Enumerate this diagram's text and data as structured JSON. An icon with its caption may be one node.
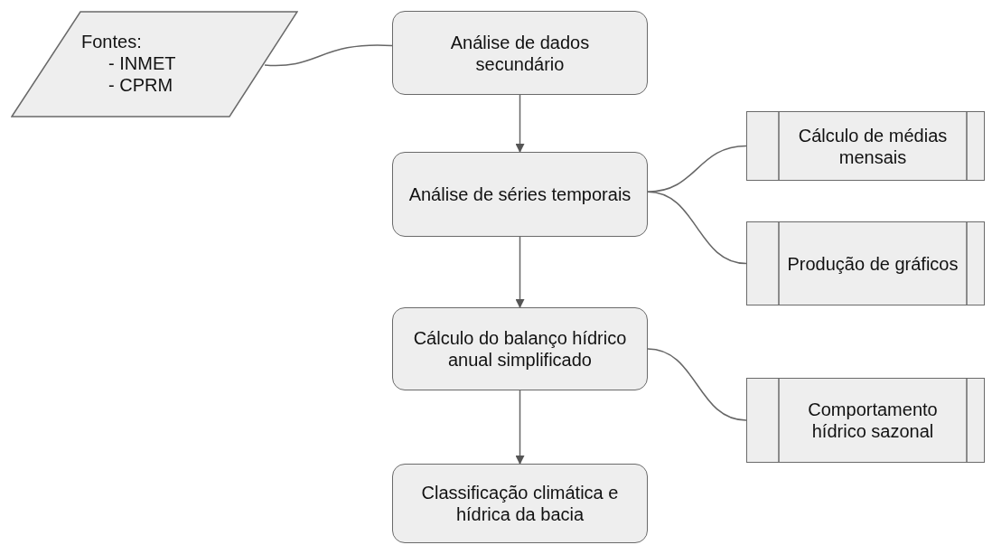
{
  "diagram": {
    "nodes": [
      {
        "text": [
          "Fontes:",
          "- INMET",
          "- CPRM"
        ]
      },
      {
        "text": [
          "Análise de dados secundário"
        ]
      },
      {
        "text": [
          "Análise de séries temporais"
        ]
      },
      {
        "text": [
          "Cálculo do balanço hídrico anual simplificado"
        ]
      },
      {
        "text": [
          "Classificação climática e hídrica da bacia"
        ]
      },
      {
        "text": [
          "Cálculo de médias mensais"
        ]
      },
      {
        "text": [
          "Produção de gráficos"
        ]
      },
      {
        "text": [
          "Comportamento hídrico sazonal"
        ]
      }
    ],
    "edges": [
      {
        "from": 0,
        "to": 1,
        "arrow": "none"
      },
      {
        "from": 1,
        "to": 2,
        "arrow": "to"
      },
      {
        "from": 2,
        "to": 3,
        "arrow": "to"
      },
      {
        "from": 3,
        "to": 4,
        "arrow": "to"
      },
      {
        "from": 2,
        "to": 5,
        "arrow": "none"
      },
      {
        "from": 2,
        "to": 6,
        "arrow": "none"
      },
      {
        "from": 3,
        "to": 7,
        "arrow": "none"
      }
    ]
  }
}
